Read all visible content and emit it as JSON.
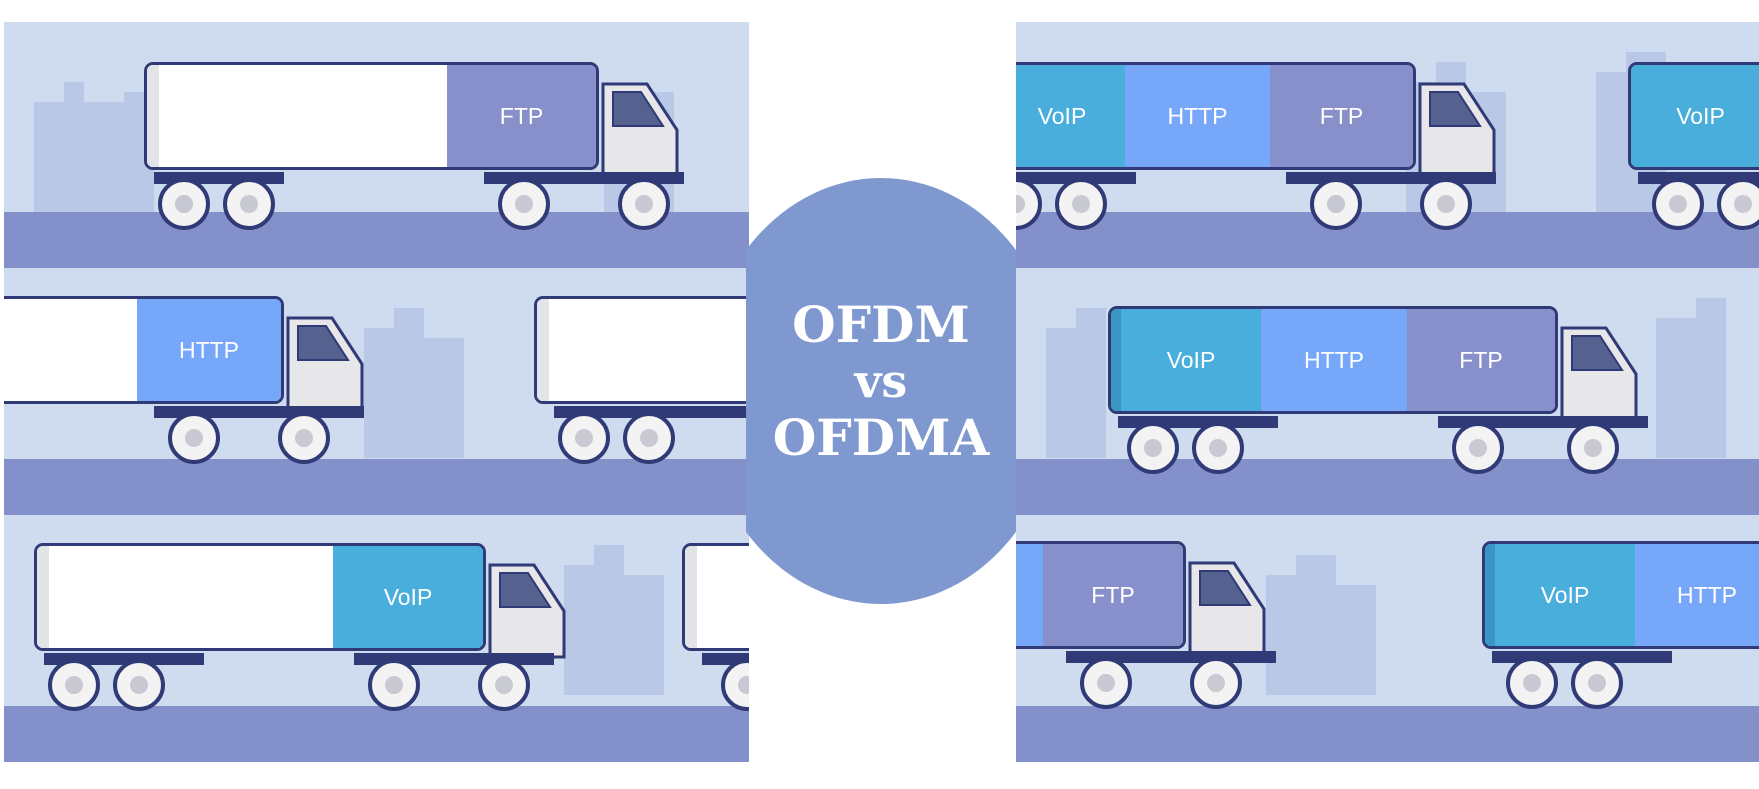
{
  "title": {
    "line1": "OFDM",
    "line2": "vs",
    "line3": "OFDMA"
  },
  "colors": {
    "ftp": "#8790cb",
    "http": "#77a7f8",
    "voip": "#4aaedc",
    "sky": "#cfdcef",
    "road": "#8490ca",
    "circle": "#7f98cf",
    "outline": "#2f3a76"
  },
  "left_panel": {
    "lanes": [
      {
        "trucks": [
          {
            "segments": [
              "",
              "FTP"
            ]
          }
        ]
      },
      {
        "trucks": [
          {
            "segments": [
              "",
              "HTTP"
            ]
          },
          {
            "segments": [
              ""
            ]
          }
        ]
      },
      {
        "trucks": [
          {
            "segments": [
              "",
              "VoIP"
            ]
          },
          {
            "segments": [
              ""
            ]
          }
        ]
      }
    ]
  },
  "right_panel": {
    "lanes": [
      {
        "trucks": [
          {
            "segments": [
              "VoIP",
              "HTTP",
              "FTP"
            ]
          },
          {
            "segments": [
              "VoIP"
            ]
          }
        ]
      },
      {
        "trucks": [
          {
            "segments": [
              "VoIP",
              "HTTP",
              "FTP"
            ]
          }
        ]
      },
      {
        "trucks": [
          {
            "segments": [
              "",
              "FTP"
            ]
          },
          {
            "segments": [
              "VoIP",
              "HTTP"
            ]
          }
        ]
      }
    ]
  }
}
